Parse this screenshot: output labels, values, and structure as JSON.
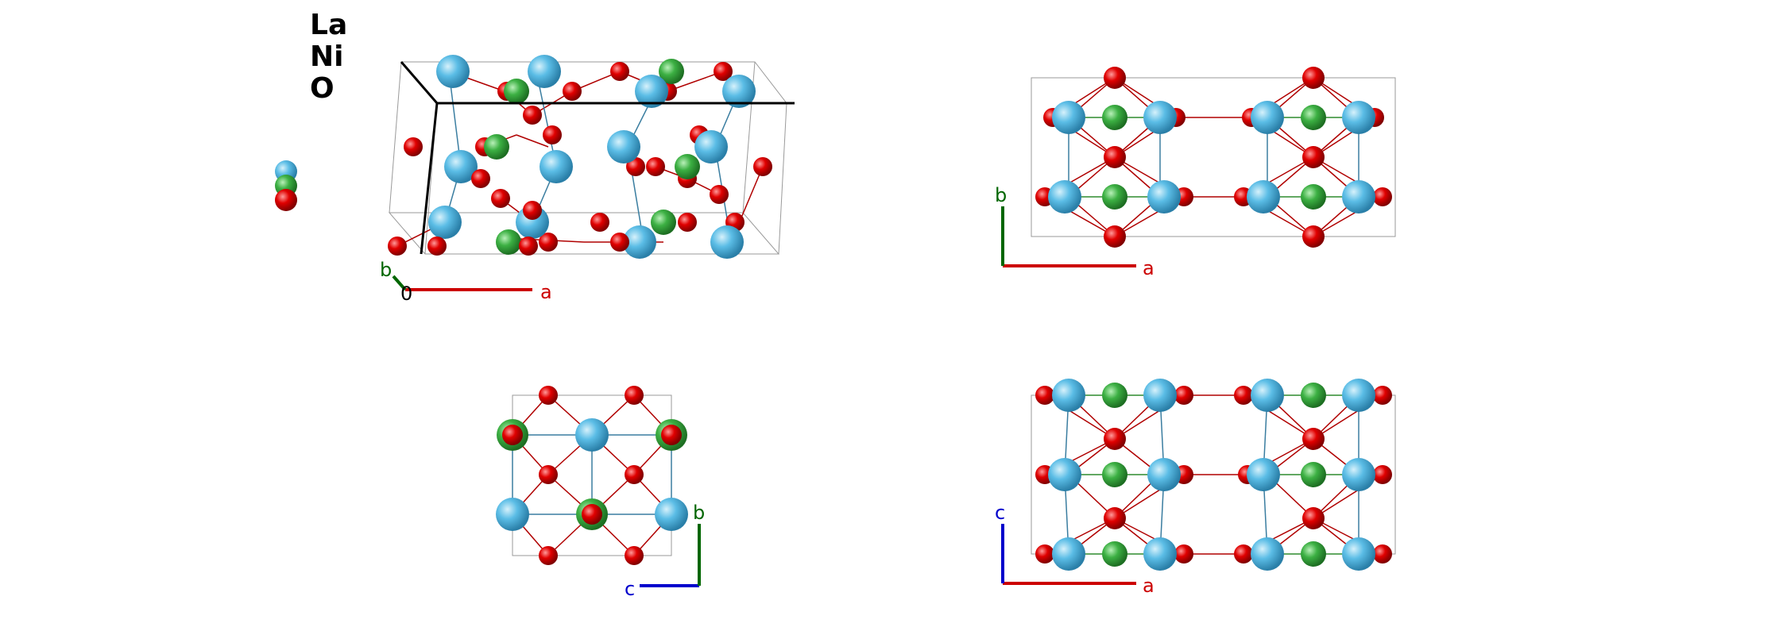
{
  "legend": {
    "elements": [
      {
        "symbol": "La",
        "color": "#5bbde6"
      },
      {
        "symbol": "Ni",
        "color": "#3cb043"
      },
      {
        "symbol": "O",
        "color": "#e00000"
      }
    ]
  },
  "axes": {
    "a": {
      "label": "a",
      "color": "#cc0000"
    },
    "b": {
      "label": "b",
      "color": "#006600"
    },
    "c": {
      "label": "c",
      "color": "#0000cc"
    },
    "origin": {
      "label": "0",
      "color": "#000000"
    }
  },
  "colors": {
    "La": "#5bbde6",
    "Ni": "#3cb043",
    "O": "#e00000",
    "bond_red": "#b00000",
    "bond_blue": "#3a7da0",
    "cell": "#9a9a9a"
  },
  "panels": [
    {
      "view": "perspective",
      "axis_labels": [
        "b",
        "0",
        "a"
      ]
    },
    {
      "view": "along-c",
      "axis_labels": [
        "b",
        "a"
      ]
    },
    {
      "view": "along-a",
      "axis_labels": [
        "b",
        "c"
      ]
    },
    {
      "view": "along-b",
      "axis_labels": [
        "c",
        "a"
      ]
    }
  ]
}
